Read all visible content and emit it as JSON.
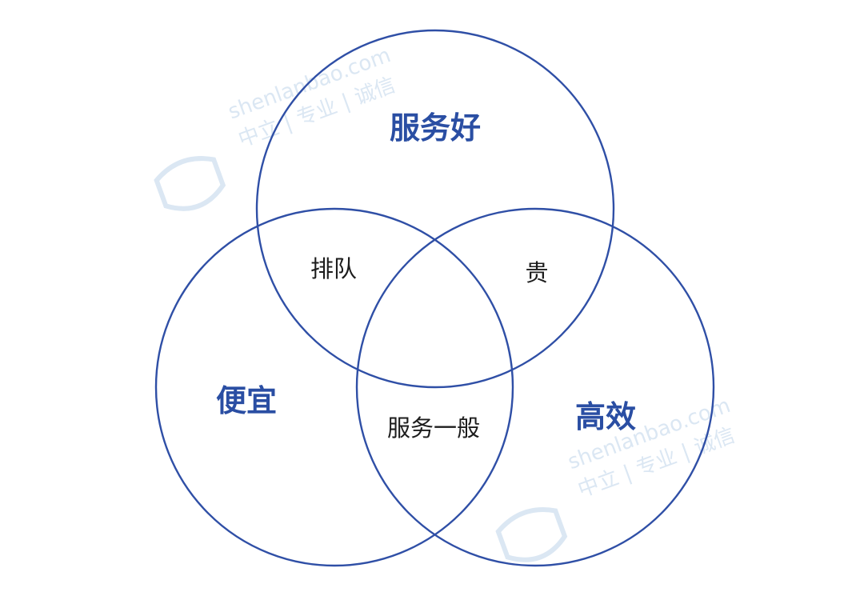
{
  "diagram": {
    "type": "venn",
    "colors": {
      "outline": "#2f4fa6",
      "circle_label": "#2a4ea3",
      "overlap_label": "#1c1c1c",
      "watermark": "#dbe7f3"
    },
    "circles": [
      {
        "id": "top",
        "label": "服务好"
      },
      {
        "id": "left",
        "label": "便宜"
      },
      {
        "id": "right",
        "label": "高效"
      }
    ],
    "overlaps": [
      {
        "sets": [
          "top",
          "left"
        ],
        "label": "排队"
      },
      {
        "sets": [
          "top",
          "right"
        ],
        "label": "贵"
      },
      {
        "sets": [
          "left",
          "right"
        ],
        "label": "服务一般"
      }
    ]
  },
  "watermark": {
    "domain": "shenlanbao.com",
    "slogan": "中立 | 专业 | 诚信"
  }
}
